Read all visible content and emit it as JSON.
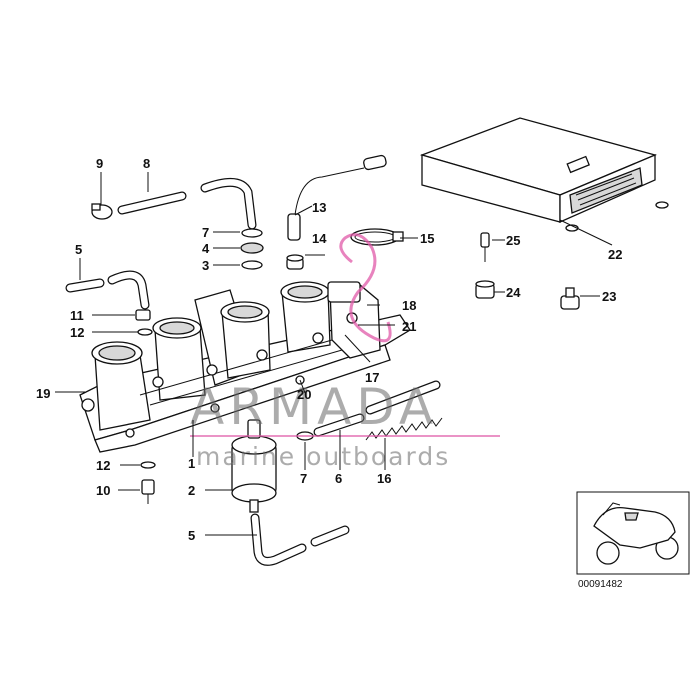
{
  "diagram": {
    "callouts": [
      "9",
      "8",
      "7",
      "4",
      "3",
      "13",
      "14",
      "15",
      "22",
      "25",
      "24",
      "23",
      "5",
      "11",
      "12",
      "18",
      "21",
      "17",
      "19",
      "20",
      "1",
      "12",
      "10",
      "2",
      "7",
      "6",
      "16",
      "5"
    ],
    "reference_number": "00091482"
  },
  "watermark": {
    "brand": "ARMADA",
    "tagline": "marine outboards"
  },
  "colors": {
    "line": "#111111",
    "watermark_gray": "#6a6a6a",
    "watermark_pink": "#e05aa8"
  }
}
